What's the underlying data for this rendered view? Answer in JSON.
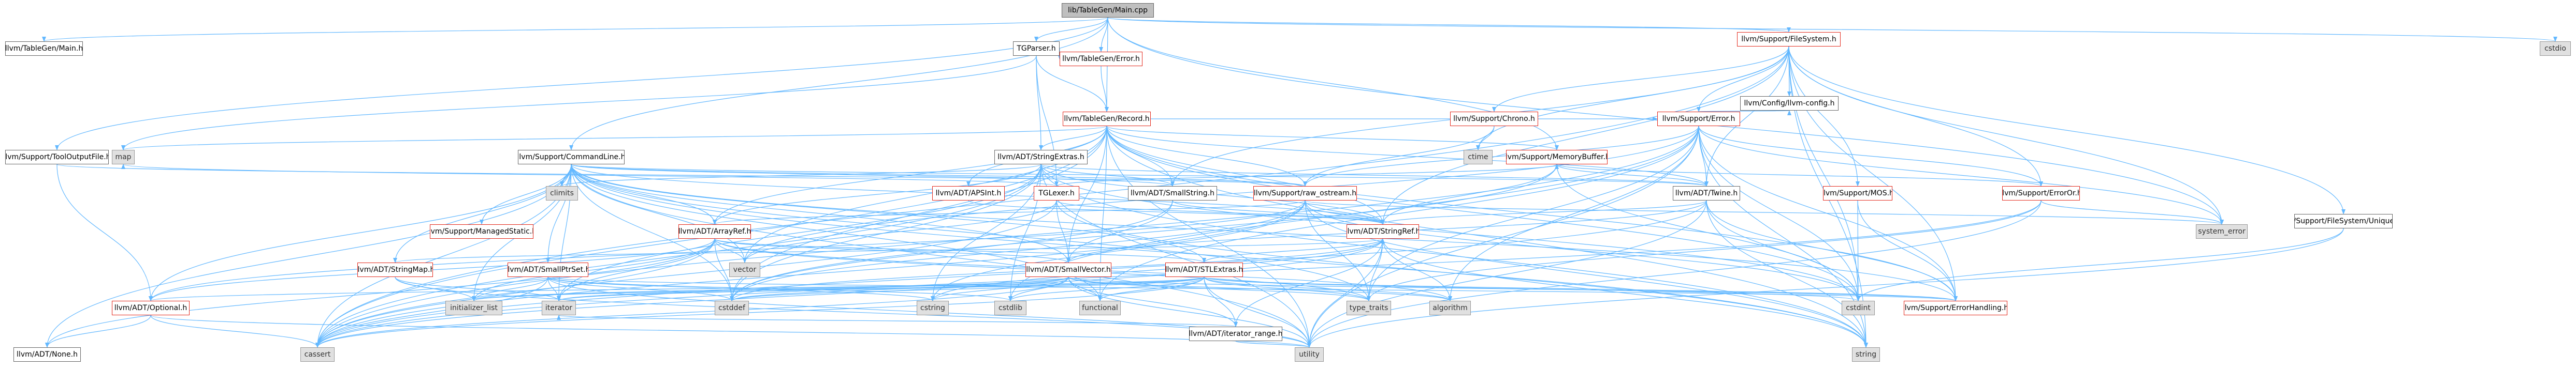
{
  "graph": {
    "edge_color": "#63b8ff",
    "edge_color_dark": "#404040",
    "node_border_red": "#e3281b",
    "node_fill_external": "#e0e0e0",
    "nodes": [
      {
        "id": "root",
        "label": "lib/TableGen/Main.cpp",
        "kind": "root"
      },
      {
        "id": "tgmain",
        "label": "llvm/TableGen/Main.h",
        "kind": "plain"
      },
      {
        "id": "tgparser",
        "label": "TGParser.h",
        "kind": "plain"
      },
      {
        "id": "cstdio_r",
        "label": "cstdio",
        "kind": "ext"
      },
      {
        "id": "filesystem",
        "label": "llvm/Support/FileSystem.h",
        "kind": "red"
      },
      {
        "id": "tgerror",
        "label": "llvm/TableGen/Error.h",
        "kind": "red"
      },
      {
        "id": "tgrecord",
        "label": "llvm/TableGen/Record.h",
        "kind": "red"
      },
      {
        "id": "chrono",
        "label": "llvm/Support/Chrono.h",
        "kind": "red"
      },
      {
        "id": "llvmconfig",
        "label": "llvm/Config/llvm-config.h",
        "kind": "plain"
      },
      {
        "id": "toolout",
        "label": "llvm/Support/ToolOutputFile.h",
        "kind": "plain"
      },
      {
        "id": "map",
        "label": "map",
        "kind": "ext"
      },
      {
        "id": "cmdline",
        "label": "llvm/Support/CommandLine.h",
        "kind": "plain"
      },
      {
        "id": "ctime",
        "label": "ctime",
        "kind": "ext"
      },
      {
        "id": "strextras",
        "label": "llvm/ADT/StringExtras.h",
        "kind": "plain"
      },
      {
        "id": "memorybuffer",
        "label": "llvm/Support/MemoryBuffer.h",
        "kind": "red"
      },
      {
        "id": "superror",
        "label": "llvm/Support/Error.h",
        "kind": "red"
      },
      {
        "id": "climits",
        "label": "climits",
        "kind": "ext"
      },
      {
        "id": "apsint",
        "label": "llvm/ADT/APSInt.h",
        "kind": "red"
      },
      {
        "id": "tglexer",
        "label": "TGLexer.h",
        "kind": "red"
      },
      {
        "id": "smallstring",
        "label": "llvm/ADT/SmallString.h",
        "kind": "plain"
      },
      {
        "id": "rawostream",
        "label": "llvm/Support/raw_ostream.h",
        "kind": "red"
      },
      {
        "id": "twine",
        "label": "llvm/ADT/Twine.h",
        "kind": "plain"
      },
      {
        "id": "mos",
        "label": "llvm/Support/MOS.h",
        "kind": "red"
      },
      {
        "id": "errorerr",
        "label": "llvm/Support/ErrorOr.h",
        "kind": "red"
      },
      {
        "id": "uniqueid",
        "label": "llvm/Support/FileSystem/UniqueID.h",
        "kind": "plain"
      },
      {
        "id": "managedstatic",
        "label": "llvm/Support/ManagedStatic.h",
        "kind": "red"
      },
      {
        "id": "arrayref",
        "label": "llvm/ADT/ArrayRef.h",
        "kind": "red"
      },
      {
        "id": "stringref",
        "label": "llvm/ADT/StringRef.h",
        "kind": "red"
      },
      {
        "id": "system_error",
        "label": "system_error",
        "kind": "ext"
      },
      {
        "id": "stringmap",
        "label": "llvm/ADT/StringMap.h",
        "kind": "red"
      },
      {
        "id": "smallptrset",
        "label": "llvm/ADT/SmallPtrSet.h",
        "kind": "red"
      },
      {
        "id": "vector",
        "label": "vector",
        "kind": "ext"
      },
      {
        "id": "smallvector",
        "label": "llvm/ADT/SmallVector.h",
        "kind": "red"
      },
      {
        "id": "stlextras",
        "label": "llvm/ADT/STLExtras.h",
        "kind": "red"
      },
      {
        "id": "optional",
        "label": "llvm/ADT/Optional.h",
        "kind": "red"
      },
      {
        "id": "initlist",
        "label": "initializer_list",
        "kind": "ext"
      },
      {
        "id": "iterator",
        "label": "iterator",
        "kind": "ext"
      },
      {
        "id": "cstddef",
        "label": "cstddef",
        "kind": "ext"
      },
      {
        "id": "cstring",
        "label": "cstring",
        "kind": "ext"
      },
      {
        "id": "cstdlib",
        "label": "cstdlib",
        "kind": "ext"
      },
      {
        "id": "functional",
        "label": "functional",
        "kind": "ext"
      },
      {
        "id": "iterrange",
        "label": "llvm/ADT/iterator_range.h",
        "kind": "plain"
      },
      {
        "id": "typetraits",
        "label": "type_traits",
        "kind": "ext"
      },
      {
        "id": "algorithm",
        "label": "algorithm",
        "kind": "ext"
      },
      {
        "id": "cstdint",
        "label": "cstdint",
        "kind": "ext"
      },
      {
        "id": "errhandling",
        "label": "llvm/Support/ErrorHandling.h",
        "kind": "red"
      },
      {
        "id": "none",
        "label": "llvm/ADT/None.h",
        "kind": "plain"
      },
      {
        "id": "cassert",
        "label": "cassert",
        "kind": "ext"
      },
      {
        "id": "utility",
        "label": "utility",
        "kind": "ext"
      },
      {
        "id": "string",
        "label": "string",
        "kind": "ext"
      }
    ]
  }
}
